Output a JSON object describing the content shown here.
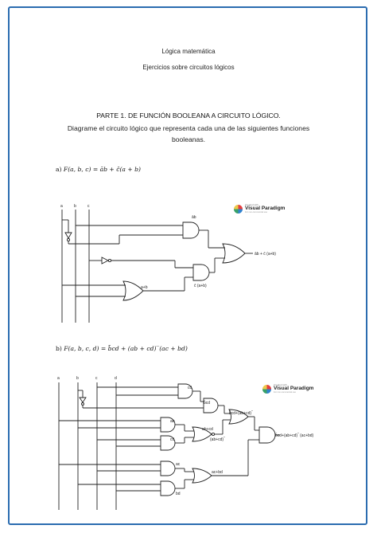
{
  "header": {
    "subject": "Lógica matemática",
    "topic": "Ejercicios sobre circuitos lógicos"
  },
  "part1": {
    "title": "PARTE 1. DE FUNCIÓN BOOLEANA A CIRCUITO LÓGICO.",
    "instruction_line1": "Diagrame el circuito lógico que representa cada una de las siguientes funciones",
    "instruction_line2": "booleanas."
  },
  "exercise_a": {
    "label": "a)",
    "lhs": "F(a, b, c)",
    "rhs": "= āb + c̄(a + b)",
    "inputs": [
      "a",
      "b",
      "c"
    ],
    "gate_labels": {
      "and1": "āb",
      "or_final": "āb + c̄ (a+b)",
      "or1": "a+b",
      "and2": "c̄ (a+b)"
    },
    "watermark": {
      "top": "Created with",
      "brand": "Visual Paradigm",
      "sub": "For non-commercial use"
    }
  },
  "exercise_b": {
    "label": "b)",
    "lhs": "F(a, b, c, d)",
    "rhs": "= b̄cd + (ab + cd)‾(ac + bd)",
    "inputs": [
      "a",
      "b",
      "c",
      "d"
    ],
    "gate_labels": {
      "cd": "cd",
      "bcd": "b̄cd",
      "ab": "ab",
      "cd2": "cd",
      "or1": "ab+cd",
      "nor1": "(ab+cd)‾",
      "or_mid": "b̄cd+(ab+cd)‾",
      "final": "b̄cd+(ab+cd)‾ (ac+bd)",
      "ac": "ac",
      "bd": "bd",
      "or2": "ac+bd"
    },
    "watermark": {
      "top": "Created with",
      "brand": "Visual Paradigm",
      "sub": "For non-commercial use"
    }
  }
}
